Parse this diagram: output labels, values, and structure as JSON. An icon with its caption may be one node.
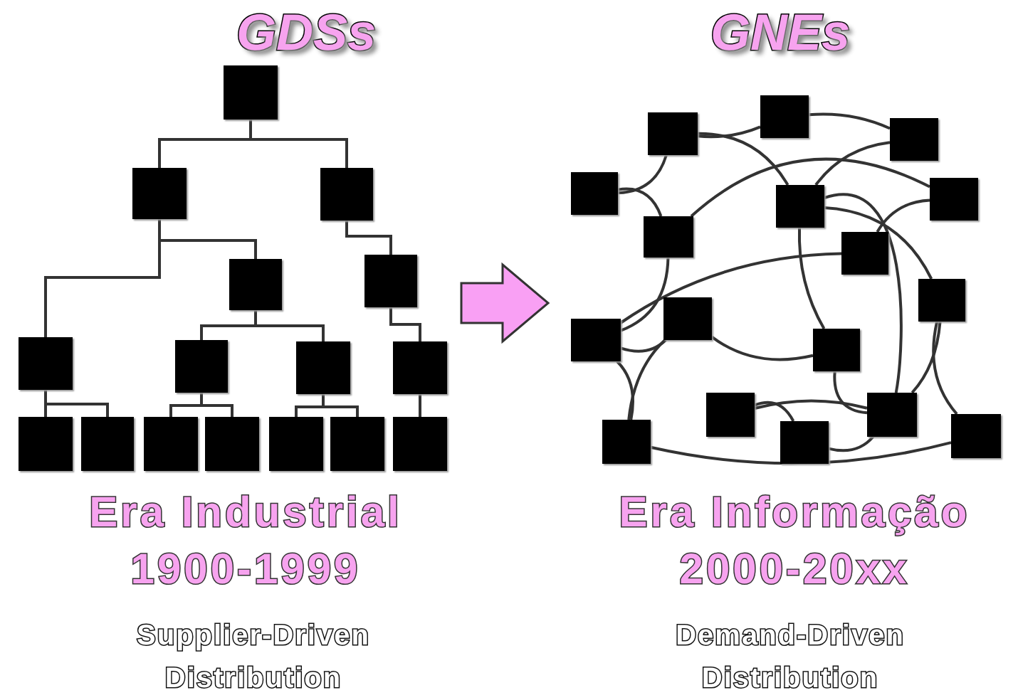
{
  "diagram": {
    "nodes": [
      {
        "text": [
          "GDSs"
        ]
      },
      {
        "text": [],
        "shape": "box",
        "in": 0
      },
      {
        "text": [],
        "shape": "box",
        "in": 0
      },
      {
        "text": [],
        "shape": "box",
        "in": 0
      },
      {
        "text": [],
        "shape": "box",
        "in": 0
      },
      {
        "text": [],
        "shape": "box",
        "in": 0
      },
      {
        "text": [],
        "shape": "box",
        "in": 0
      },
      {
        "text": [],
        "shape": "box",
        "in": 0
      },
      {
        "text": [],
        "shape": "box",
        "in": 0
      },
      {
        "text": [],
        "shape": "box",
        "in": 0
      },
      {
        "text": [],
        "shape": "box",
        "in": 0
      },
      {
        "text": [],
        "shape": "box",
        "in": 0
      },
      {
        "text": [],
        "shape": "box",
        "in": 0
      },
      {
        "text": [],
        "shape": "box",
        "in": 0
      },
      {
        "text": [],
        "shape": "box",
        "in": 0
      },
      {
        "text": [],
        "shape": "box",
        "in": 0
      },
      {
        "text": [],
        "shape": "box",
        "in": 0
      },
      {
        "text": [
          "GNEs"
        ]
      },
      {
        "text": [],
        "shape": "box",
        "in": 17
      },
      {
        "text": [],
        "shape": "box",
        "in": 17
      },
      {
        "text": [],
        "shape": "box",
        "in": 17
      },
      {
        "text": [],
        "shape": "box",
        "in": 17
      },
      {
        "text": [],
        "shape": "box",
        "in": 17
      },
      {
        "text": [],
        "shape": "box",
        "in": 17
      },
      {
        "text": [],
        "shape": "box",
        "in": 17
      },
      {
        "text": [],
        "shape": "box",
        "in": 17
      },
      {
        "text": [],
        "shape": "box",
        "in": 17
      },
      {
        "text": [],
        "shape": "box",
        "in": 17
      },
      {
        "text": [],
        "shape": "box",
        "in": 17
      },
      {
        "text": [],
        "shape": "box",
        "in": 17
      },
      {
        "text": [],
        "shape": "box",
        "in": 17
      },
      {
        "text": [],
        "shape": "box",
        "in": 17
      },
      {
        "text": [],
        "shape": "box",
        "in": 17
      },
      {
        "text": [],
        "shape": "box",
        "in": 17
      },
      {
        "text": [],
        "shape": "box",
        "in": 17
      }
    ],
    "edges": [
      {
        "from": 1,
        "to": 2,
        "arrow": "none"
      },
      {
        "from": 1,
        "to": 3,
        "arrow": "none"
      },
      {
        "from": 2,
        "to": 4,
        "arrow": "none"
      },
      {
        "from": 2,
        "to": 6,
        "arrow": "none"
      },
      {
        "from": 3,
        "to": 5,
        "arrow": "none"
      },
      {
        "from": 4,
        "to": 7,
        "arrow": "none"
      },
      {
        "from": 4,
        "to": 8,
        "arrow": "none"
      },
      {
        "from": 5,
        "to": 9,
        "arrow": "none"
      },
      {
        "from": 6,
        "to": 10,
        "arrow": "none"
      },
      {
        "from": 6,
        "to": 11,
        "arrow": "none"
      },
      {
        "from": 7,
        "to": 12,
        "arrow": "none"
      },
      {
        "from": 7,
        "to": 13,
        "arrow": "none"
      },
      {
        "from": 8,
        "to": 14,
        "arrow": "none"
      },
      {
        "from": 8,
        "to": 15,
        "arrow": "none"
      },
      {
        "from": 9,
        "to": 16,
        "arrow": "none"
      },
      {
        "from": 18,
        "to": 19,
        "arrow": "none"
      },
      {
        "from": 19,
        "to": 20,
        "arrow": "none"
      },
      {
        "from": 21,
        "to": 18,
        "arrow": "none"
      },
      {
        "from": 18,
        "to": 22,
        "arrow": "none"
      },
      {
        "from": 20,
        "to": 22,
        "arrow": "none"
      },
      {
        "from": 21,
        "to": 24,
        "arrow": "none"
      },
      {
        "from": 24,
        "to": 23,
        "arrow": "none"
      },
      {
        "from": 25,
        "to": 23,
        "arrow": "none"
      },
      {
        "from": 22,
        "to": 29,
        "arrow": "none"
      },
      {
        "from": 22,
        "to": 26,
        "arrow": "none"
      },
      {
        "from": 22,
        "to": 31,
        "arrow": "none"
      },
      {
        "from": 27,
        "to": 24,
        "arrow": "none"
      },
      {
        "from": 27,
        "to": 25,
        "arrow": "none"
      },
      {
        "from": 27,
        "to": 28,
        "arrow": "none"
      },
      {
        "from": 28,
        "to": 29,
        "arrow": "none"
      },
      {
        "from": 27,
        "to": 33,
        "arrow": "none"
      },
      {
        "from": 28,
        "to": 33,
        "arrow": "none"
      },
      {
        "from": 30,
        "to": 31,
        "arrow": "none"
      },
      {
        "from": 29,
        "to": 31,
        "arrow": "none"
      },
      {
        "from": 30,
        "to": 32,
        "arrow": "none"
      },
      {
        "from": 32,
        "to": 31,
        "arrow": "none"
      },
      {
        "from": 26,
        "to": 31,
        "arrow": "none"
      },
      {
        "from": 26,
        "to": 34,
        "arrow": "none"
      },
      {
        "from": 33,
        "to": 34,
        "arrow": "none"
      },
      {
        "from": 0,
        "to": 17,
        "arrow": "to",
        "style": "thick",
        "color": "#f9a0f4"
      }
    ],
    "labels": [
      "Era Industrial",
      "Era Informação",
      "1900-1999",
      "2000-20xx",
      "Supplier-Driven Distribution",
      "Demand-Driven Distribution"
    ]
  }
}
